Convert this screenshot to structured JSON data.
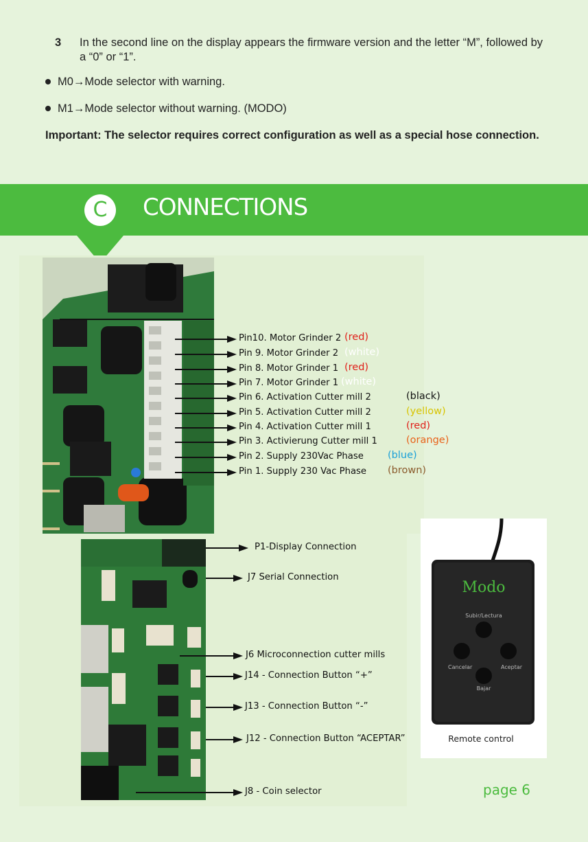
{
  "step": {
    "number": "3",
    "text": "In the second line on the display appears the firmware version and the letter “M”, followed by a “0” or “1”."
  },
  "bullets": [
    {
      "code": "M0",
      "text": "Mode selector with warning."
    },
    {
      "code": "M1",
      "text": "Mode selector without warning. (MODO)"
    }
  ],
  "important": "Important: The selector requires correct configuration as well as a special hose connection.",
  "section": {
    "letter": "C",
    "title": "CONNECTIONS"
  },
  "pins": [
    {
      "text": "Pin10. Motor Grinder 2",
      "color_name": "(red)",
      "color": "#e0201a"
    },
    {
      "text": "Pin 9.  Motor Grinder 2",
      "color_name": "(white)",
      "color": "#ffffff"
    },
    {
      "text": "Pin 8. Motor Grinder 1 ",
      "color_name": "(red)",
      "color": "#e0201a"
    },
    {
      "text": "Pin 7. Motor Grinder 1",
      "color_name": "(white)",
      "color": "#ffffff"
    },
    {
      "text": "Pin 6. Activation Cutter mill 2",
      "color_name": "(black)",
      "color": "#111111"
    },
    {
      "text": "Pin 5. Activation Cutter mill 2",
      "color_name": "(yellow)",
      "color": "#d8c400"
    },
    {
      "text": "Pin 4. Activation Cutter mill 1",
      "color_name": "(red)",
      "color": "#e0201a"
    },
    {
      "text": "Pin 3. Activierung Cutter mill 1",
      "color_name": "(orange)",
      "color": "#e8621a"
    },
    {
      "text": "Pin 2. Supply 230Vac Phase",
      "color_name": "(blue)",
      "color": "#1aa0d8"
    },
    {
      "text": "Pin 1. Supply 230 Vac Phase",
      "color_name": "(brown)",
      "color": "#8a5a2b"
    }
  ],
  "connectors": [
    {
      "text": "P1-Display Connection"
    },
    {
      "text": "J7 Serial Connection"
    },
    {
      "text": "J6 Microconnection cutter mills"
    },
    {
      "text": "J14 - Connection Button “+”"
    },
    {
      "text": "J13 - Connection Button “-”"
    },
    {
      "text": "J12 - Connection Button “ACEPTAR”"
    },
    {
      "text": "J8 - Coin selector"
    }
  ],
  "remote": {
    "brand": "Modo",
    "btn_up": "Subir/Lectura",
    "btn_cancel": "Cancelar",
    "btn_accept": "Aceptar",
    "btn_down": "Bajar",
    "caption": "Remote control"
  },
  "page": "page 6",
  "colors": {
    "accent": "#4cbb3f",
    "background": "#e6f3dc"
  }
}
